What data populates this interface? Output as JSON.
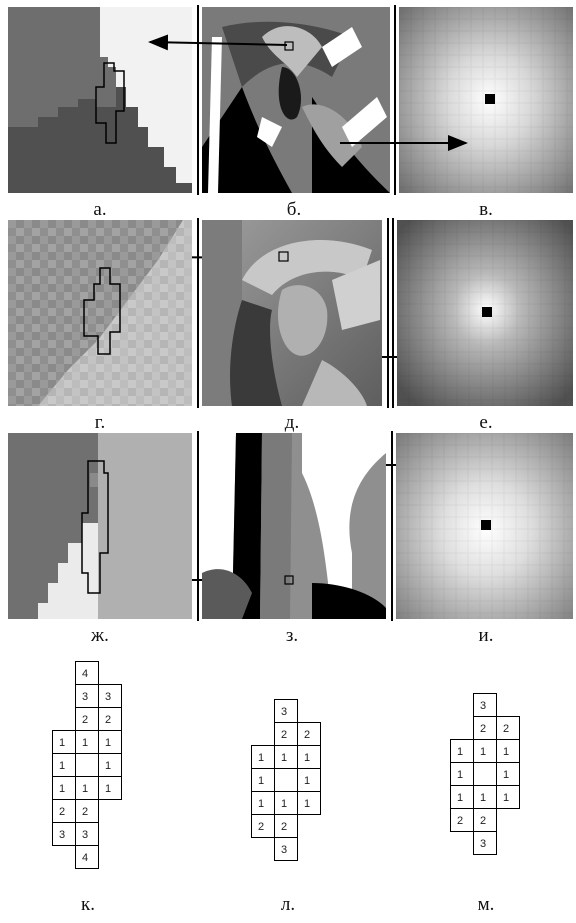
{
  "captions": {
    "a": "а.",
    "b": "б.",
    "v": "в.",
    "g": "г.",
    "d": "д.",
    "e": "е.",
    "zh": "ж.",
    "z": "з.",
    "i": "и.",
    "k": "к.",
    "l": "л.",
    "m": "м."
  },
  "figures": {
    "k": {
      "cells": [
        {
          "col": 1,
          "row": 0,
          "value": "4"
        },
        {
          "col": 1,
          "row": 1,
          "value": "3"
        },
        {
          "col": 2,
          "row": 1,
          "value": "3"
        },
        {
          "col": 1,
          "row": 2,
          "value": "2"
        },
        {
          "col": 2,
          "row": 2,
          "value": "2"
        },
        {
          "col": 0,
          "row": 3,
          "value": "1"
        },
        {
          "col": 1,
          "row": 3,
          "value": "1"
        },
        {
          "col": 2,
          "row": 3,
          "value": "1"
        },
        {
          "col": 0,
          "row": 4,
          "value": "1"
        },
        {
          "col": 1,
          "row": 4,
          "value": ""
        },
        {
          "col": 2,
          "row": 4,
          "value": "1"
        },
        {
          "col": 0,
          "row": 5,
          "value": "1"
        },
        {
          "col": 1,
          "row": 5,
          "value": "1"
        },
        {
          "col": 2,
          "row": 5,
          "value": "1"
        },
        {
          "col": 0,
          "row": 6,
          "value": "2"
        },
        {
          "col": 1,
          "row": 6,
          "value": "2"
        },
        {
          "col": 0,
          "row": 7,
          "value": "3"
        },
        {
          "col": 1,
          "row": 7,
          "value": "3"
        },
        {
          "col": 1,
          "row": 8,
          "value": "4"
        }
      ]
    },
    "l": {
      "cells": [
        {
          "col": 1,
          "row": 0,
          "value": "3"
        },
        {
          "col": 1,
          "row": 1,
          "value": "2"
        },
        {
          "col": 2,
          "row": 1,
          "value": "2"
        },
        {
          "col": 0,
          "row": 2,
          "value": "1"
        },
        {
          "col": 1,
          "row": 2,
          "value": "1"
        },
        {
          "col": 2,
          "row": 2,
          "value": "1"
        },
        {
          "col": 0,
          "row": 3,
          "value": "1"
        },
        {
          "col": 1,
          "row": 3,
          "value": ""
        },
        {
          "col": 2,
          "row": 3,
          "value": "1"
        },
        {
          "col": 0,
          "row": 4,
          "value": "1"
        },
        {
          "col": 1,
          "row": 4,
          "value": "1"
        },
        {
          "col": 2,
          "row": 4,
          "value": "1"
        },
        {
          "col": 0,
          "row": 5,
          "value": "2"
        },
        {
          "col": 1,
          "row": 5,
          "value": "2"
        },
        {
          "col": 1,
          "row": 6,
          "value": "3"
        }
      ]
    },
    "m": {
      "cells": [
        {
          "col": 1,
          "row": 0,
          "value": "3"
        },
        {
          "col": 1,
          "row": 1,
          "value": "2"
        },
        {
          "col": 2,
          "row": 1,
          "value": "2"
        },
        {
          "col": 0,
          "row": 2,
          "value": "1"
        },
        {
          "col": 1,
          "row": 2,
          "value": "1"
        },
        {
          "col": 2,
          "row": 2,
          "value": "1"
        },
        {
          "col": 0,
          "row": 3,
          "value": "1"
        },
        {
          "col": 1,
          "row": 3,
          "value": ""
        },
        {
          "col": 2,
          "row": 3,
          "value": "1"
        },
        {
          "col": 0,
          "row": 4,
          "value": "1"
        },
        {
          "col": 1,
          "row": 4,
          "value": "1"
        },
        {
          "col": 2,
          "row": 4,
          "value": "1"
        },
        {
          "col": 0,
          "row": 5,
          "value": "2"
        },
        {
          "col": 1,
          "row": 5,
          "value": "2"
        },
        {
          "col": 1,
          "row": 6,
          "value": "3"
        }
      ]
    }
  }
}
